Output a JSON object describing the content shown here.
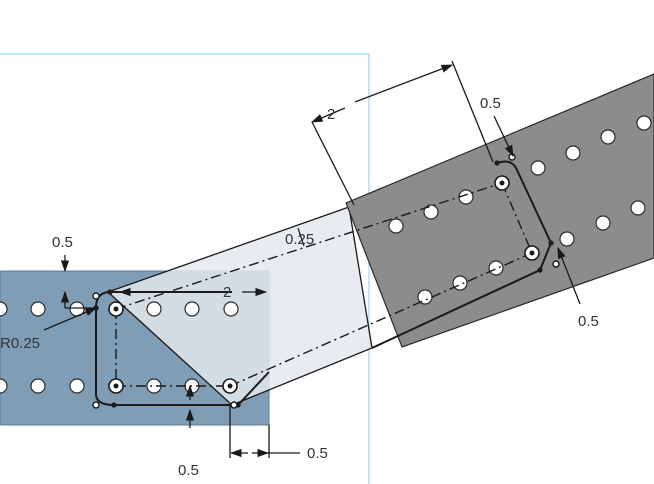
{
  "colors": {
    "background": "#ffffff",
    "blue_plate": "#7f9eb5",
    "grey_plate": "#8c8c8c",
    "bridge_region": "#e4e8ec",
    "sketch_line": "#1a1a1a",
    "plane_outline": "#9fd6ec",
    "hole_fill": "#ffffff",
    "dim_text": "#333333"
  },
  "dimensions": {
    "left_vertical_offset": "0.5",
    "corner_radius": "R0.25",
    "left_length": "2",
    "bottom_vertical_offset": "0.5",
    "bottom_horizontal_offset": "0.5",
    "center_offset": "0.25",
    "right_length": "2",
    "right_top_offset": "0.5",
    "right_bottom_offset": "0.5"
  },
  "icons": [
    "hole-icon",
    "arrow-icon"
  ]
}
